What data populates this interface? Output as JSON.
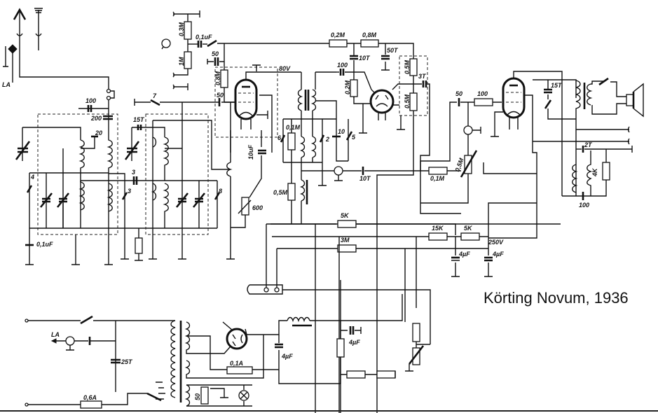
{
  "caption": "Körting Novum, 1936",
  "labels": {
    "antenna": "LA",
    "antenna_mains": "LA",
    "r_0_3M": "0,3M",
    "r_1M": "1M",
    "c_0_1uF_top": "0,1uF",
    "c_50_a": "50",
    "c_50_b": "50",
    "r_0_8M_grid": "0,8M",
    "c_100_in": "100",
    "c_200": "200",
    "c_20": "20",
    "sw_7": "7",
    "c_15T_rf": "15T",
    "c_3": "3",
    "sw_4": "4",
    "sw_3": "3",
    "sw_8": "8",
    "c_0_1uF_bot": "0,1uF",
    "v_80V": "80V",
    "r_0_2M_top": "0,2M",
    "r_0_8M_top": "0,8M",
    "c_10T_top": "10T",
    "c_50T": "50T",
    "c_100_det": "100",
    "r_0_2M_det": "0,2M",
    "r_0_5M_a": "0,5M",
    "r_0_5M_b": "0,5M",
    "c_3T": "3T",
    "c_10uF": "10uF",
    "sw_6": "6",
    "r_0_1M": "0,1M",
    "sw_2": "2",
    "c_10": "10",
    "sw_5": "5",
    "r_0_5M_lo": "0,5M",
    "r_600": "600",
    "c_10T_mid": "10T",
    "r_0_1M_mid": "0,1M",
    "pot_0_5M": "0,5M",
    "c_50_out": "50",
    "r_100_out": "100",
    "c_15T_out": "15T",
    "c_2T": "2T",
    "r_4K": "4K",
    "c_100_out": "100",
    "r_5K_a": "5K",
    "r_15K": "15K",
    "r_5K_b": "5K",
    "v_250V": "250V",
    "r_3M": "3M",
    "c_4uF_a": "4µF",
    "c_4uF_b": "4µF",
    "c_25T": "25T",
    "fuse_0_6A": "0,6A",
    "fuse_0_1A": "0,1A",
    "c_4uF_psu": "4µF",
    "c_4uF_psu2": "4µF",
    "r_50": "50"
  }
}
